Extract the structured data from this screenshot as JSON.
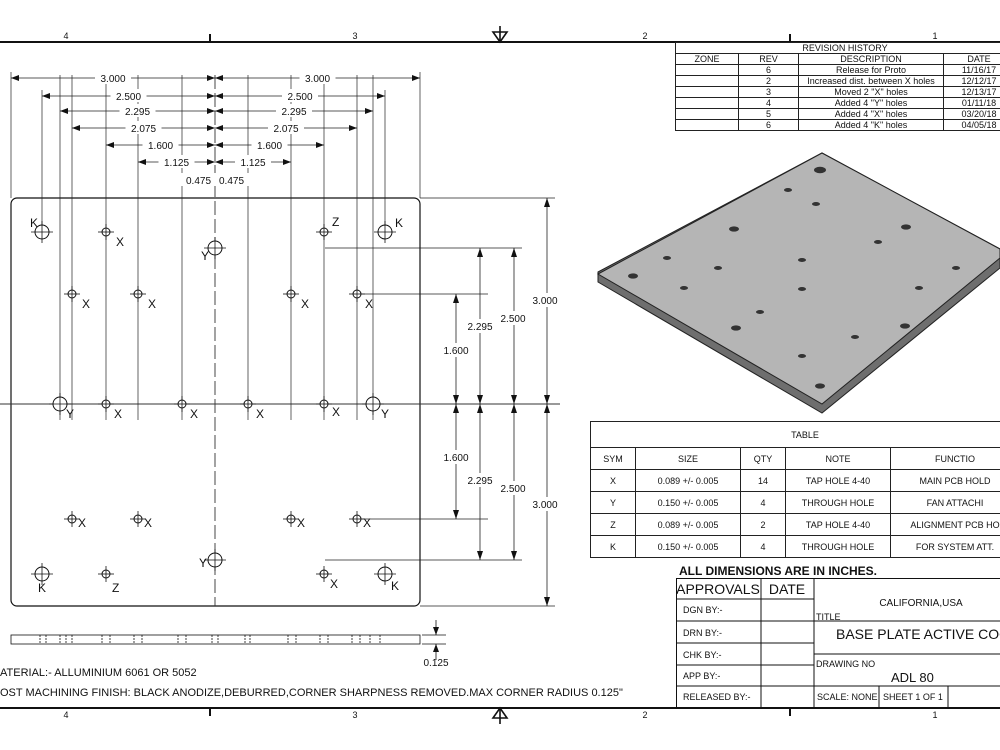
{
  "zones": [
    "4",
    "3",
    "2",
    "1"
  ],
  "dims": {
    "top": [
      "3.000",
      "2.500",
      "2.295",
      "2.075",
      "1.600",
      "1.125",
      "0.475"
    ],
    "right_inner": [
      "2.295",
      "2.500",
      "3.000"
    ],
    "center_left": "1.600",
    "thickness": "0.125"
  },
  "hole_labels": {
    "x": "X",
    "y": "Y",
    "z": "Z",
    "k": "K"
  },
  "revision": {
    "title": "REVISION HISTORY",
    "headers": [
      "ZONE",
      "REV",
      "DESCRIPTION",
      "DATE"
    ],
    "rows": [
      [
        "",
        "6",
        "Release for Proto",
        "11/16/17"
      ],
      [
        "",
        "2",
        "Increased dist. between X holes",
        "12/12/17"
      ],
      [
        "",
        "3",
        "Moved 2 \"X\" holes",
        "12/13/17"
      ],
      [
        "",
        "4",
        "Added 4 \"Y\" holes",
        "01/11/18"
      ],
      [
        "",
        "5",
        "Added 4 \"X\" holes",
        "03/20/18"
      ],
      [
        "",
        "6",
        "Added 4 \"K\" holes",
        "04/05/18"
      ]
    ]
  },
  "hole_table": {
    "title": "TABLE",
    "headers": [
      "SYM",
      "SIZE",
      "QTY",
      "NOTE",
      "FUNCTIO"
    ],
    "rows": [
      [
        "X",
        "0.089 +/- 0.005",
        "14",
        "TAP HOLE 4-40",
        "MAIN PCB HOLD"
      ],
      [
        "Y",
        "0.150 +/- 0.005",
        "4",
        "THROUGH HOLE",
        "FAN ATTACHI"
      ],
      [
        "Z",
        "0.089 +/- 0.005",
        "2",
        "TAP HOLE 4-40",
        "ALIGNMENT PCB HO"
      ],
      [
        "K",
        "0.150 +/- 0.005",
        "4",
        "THROUGH HOLE",
        "FOR SYSTEM ATT."
      ]
    ]
  },
  "all_dims_note": "ALL DIMENSIONS ARE IN INCHES.",
  "title_block": {
    "approvals": "APPROVALS",
    "date": "DATE",
    "rows": [
      "DGN BY:-",
      "DRN BY:-",
      "CHK BY:-",
      "APP BY:-",
      "RELEASED BY:-"
    ],
    "company": "CALIFORNIA,USA",
    "title_label": "TITLE",
    "title": "BASE PLATE ACTIVE COO",
    "drawing_no_label": "DRAWING NO",
    "drawing_no": "ADL 80",
    "scale": "SCALE: NONE",
    "sheet": "SHEET 1 OF 1"
  },
  "notes": {
    "material": "ATERIAL:- ALLUMINIUM 6061 OR 5052",
    "finish": "OST MACHINING FINISH: BLACK ANODIZE,DEBURRED,CORNER SHARPNESS REMOVED.MAX CORNER RADIUS 0.125\""
  }
}
